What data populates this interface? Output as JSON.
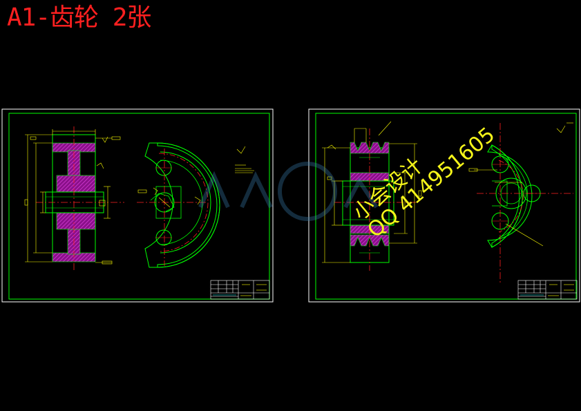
{
  "title": "A1-齿轮 2张",
  "colors": {
    "background": "#000000",
    "title": "#ff2020",
    "frame": "#ffffff",
    "border": "#00ff00",
    "center_line": "#ff2020",
    "hatch": "#c020c0",
    "dimension": "#ffff00",
    "geometry": "#00ff00",
    "watermark": "#f5f51a"
  },
  "watermark": {
    "line1": "小会设计",
    "line2": "QQ 414951605"
  }
}
